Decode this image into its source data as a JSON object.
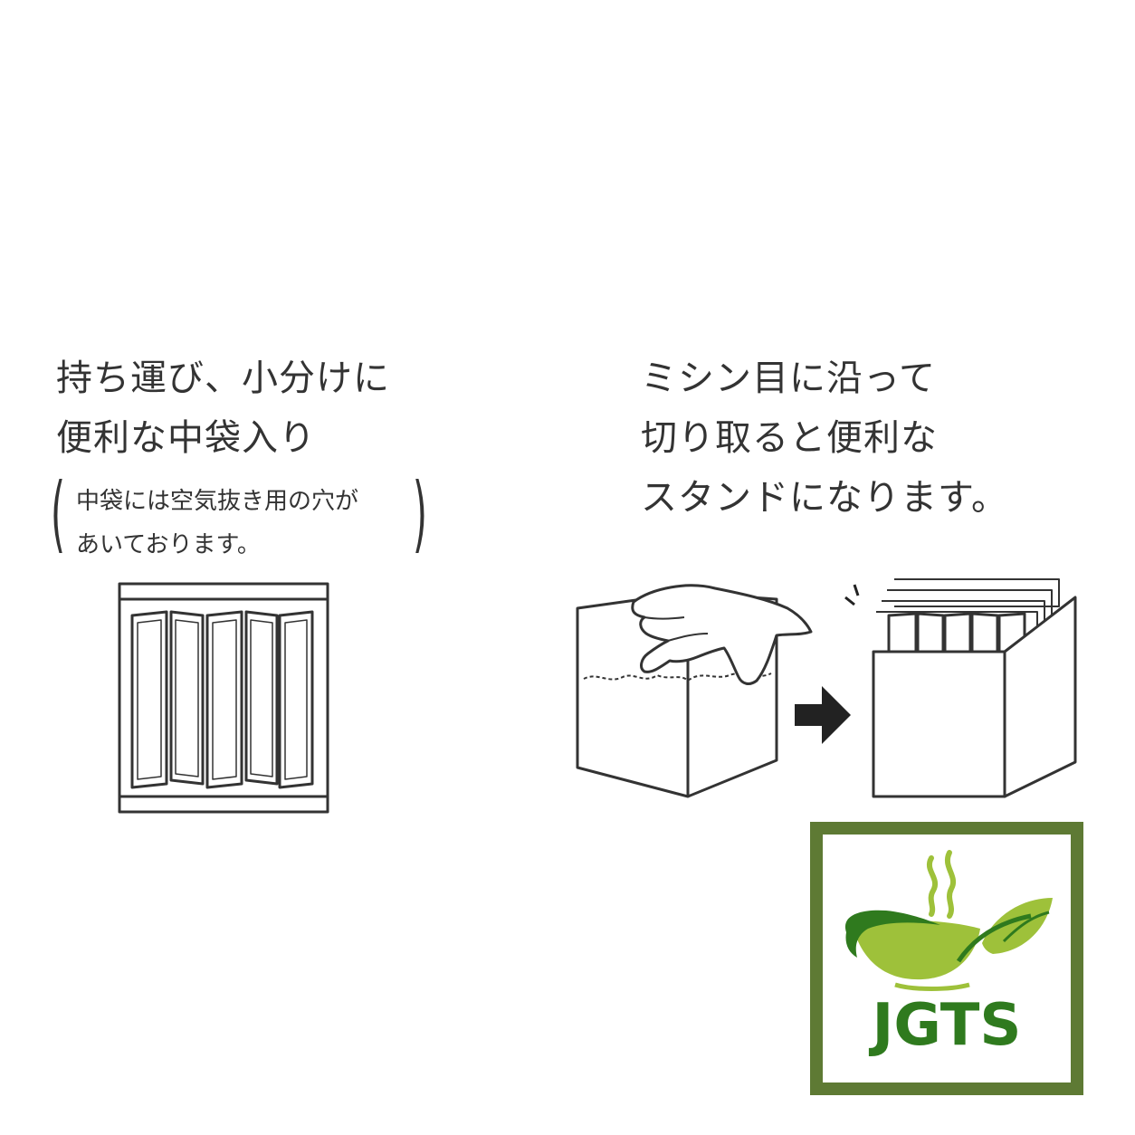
{
  "left_panel": {
    "heading_lines": [
      "持ち運び、小分けに",
      "便利な中袋入り"
    ],
    "note_lines": [
      "中袋には空気抜き用の穴が",
      "あいております。"
    ]
  },
  "right_panel": {
    "heading_lines": [
      "ミシン目に沿って",
      "切り取ると便利な",
      "スタンドになります。"
    ]
  },
  "logo": {
    "text": "JGTS",
    "colors": {
      "border": "#5e7a34",
      "dark_green": "#2f7a1e",
      "light_green": "#9ec13a"
    }
  },
  "icons": [
    "inner-bag-illustration",
    "hand-tearing-box-illustration",
    "arrow-right-icon",
    "box-stand-illustration",
    "cup-icon",
    "leaf-icon",
    "steam-icon"
  ]
}
